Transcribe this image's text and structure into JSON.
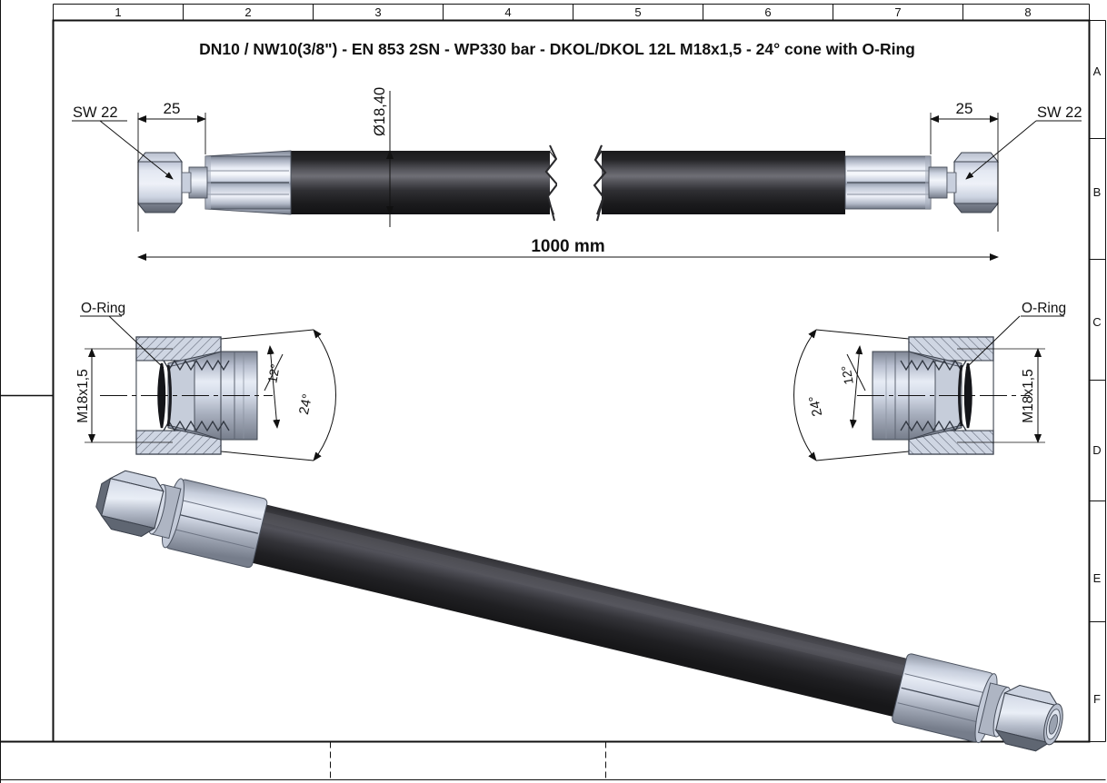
{
  "drawing": {
    "title": "DN10 / NW10(3/8\") - EN 853 2SN - WP330 bar - DKOL/DKOL 12L M18x1,5 - 24° cone with O-Ring",
    "frame": {
      "column_labels": [
        "1",
        "2",
        "3",
        "4",
        "5",
        "6",
        "7",
        "8"
      ],
      "row_labels": [
        "A",
        "B",
        "C",
        "D",
        "E",
        "F"
      ]
    },
    "assembly_view": {
      "left_fitting": {
        "wrench_size_label": "SW 22",
        "length_dimension": "25"
      },
      "right_fitting": {
        "wrench_size_label": "SW 22",
        "length_dimension": "25"
      },
      "hose_diameter_label": "Ø18,40",
      "overall_length_label": "1000 mm"
    },
    "detail_left": {
      "o_ring_label": "O-Ring",
      "thread_label": "M18x1,5",
      "half_angle_label": "12°",
      "full_angle_label": "24°"
    },
    "detail_right": {
      "o_ring_label": "O-Ring",
      "thread_label": "M18x1,5",
      "half_angle_label": "12°",
      "full_angle_label": "24°"
    },
    "isometric_view": {
      "description": "3D isometric rendering of the hydraulic hose assembly"
    },
    "colors": {
      "line": "#111111",
      "hose_dark": "#1d1d1f",
      "hose_mid": "#4a4a4e",
      "hose_light": "#8c8c92",
      "metal_dark": "#6e7480",
      "metal_mid": "#aeb4c2",
      "metal_light": "#e8ecf4",
      "hatch": "#9aa2b2",
      "background": "#ffffff"
    }
  }
}
